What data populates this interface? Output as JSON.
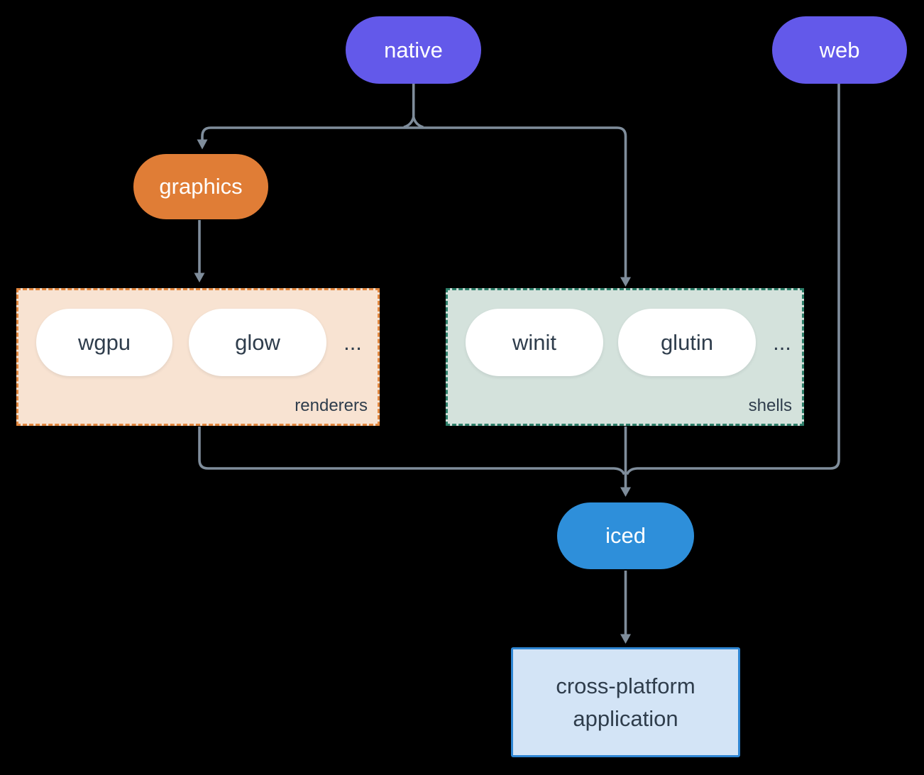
{
  "background_color": "#000000",
  "connector_color": "#7f8d9b",
  "nodes": {
    "native": {
      "label": "native",
      "fill": "#6359ea",
      "text_color": "#ffffff"
    },
    "web": {
      "label": "web",
      "fill": "#6359ea",
      "text_color": "#ffffff"
    },
    "graphics": {
      "label": "graphics",
      "fill": "#e07d36",
      "text_color": "#ffffff"
    },
    "iced": {
      "label": "iced",
      "fill": "#2e8fda",
      "text_color": "#ffffff"
    },
    "application": {
      "line1": "cross-platform",
      "line2": "application",
      "fill": "#d3e4f6",
      "border_color": "#2f86d3",
      "text_color": "#2f3d4c"
    }
  },
  "groups": {
    "renderers": {
      "label": "renderers",
      "fill": "#f8e3d2",
      "border_color": "#e2873f",
      "item_fill": "#ffffff",
      "text_color": "#2f3d4c",
      "items": [
        {
          "label": "wgpu"
        },
        {
          "label": "glow"
        }
      ],
      "ellipsis": "..."
    },
    "shells": {
      "label": "shells",
      "fill": "#d4e2dc",
      "border_color": "#2e7f6a",
      "item_fill": "#ffffff",
      "text_color": "#2f3d4c",
      "items": [
        {
          "label": "winit"
        },
        {
          "label": "glutin"
        }
      ],
      "ellipsis": "..."
    }
  },
  "edges": [
    {
      "from": "native",
      "to": "graphics"
    },
    {
      "from": "native",
      "to": "shells"
    },
    {
      "from": "graphics",
      "to": "renderers"
    },
    {
      "from": "renderers",
      "to": "iced"
    },
    {
      "from": "shells",
      "to": "iced"
    },
    {
      "from": "web",
      "to": "iced"
    },
    {
      "from": "iced",
      "to": "application"
    }
  ]
}
